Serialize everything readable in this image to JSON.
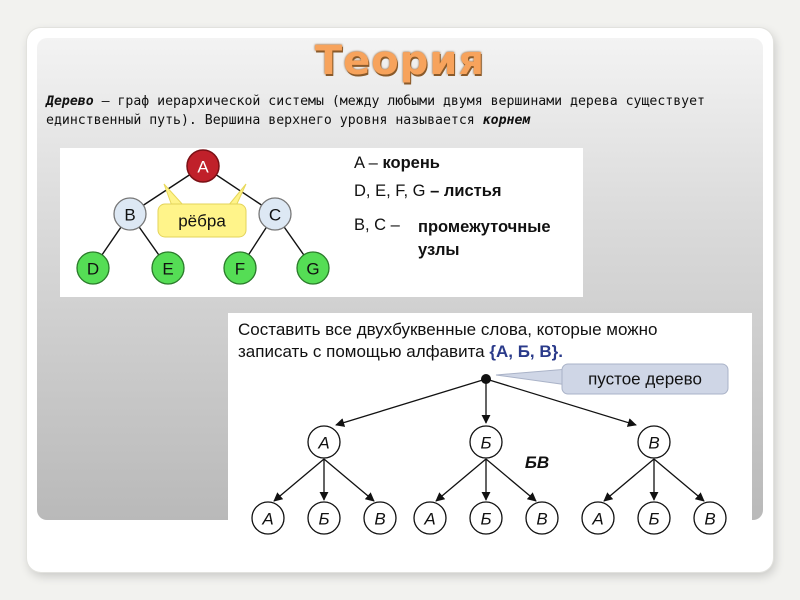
{
  "slide": {
    "title": "Теория",
    "definition": {
      "term": "Дерево",
      "text_1": " – граф иерархической системы (между любыми двумя вершинами дерева существует единственный путь). Вершина верхнего уровня называется ",
      "root_term": "корнем"
    }
  },
  "tree_example": {
    "root": "A",
    "middle": [
      "B",
      "C"
    ],
    "leaves": [
      "D",
      "E",
      "F",
      "G"
    ],
    "edges_callout": "рёбра",
    "legend": {
      "root_prefix": "A – ",
      "root_label": "корень",
      "leaves_prefix": "D, E, F, G ",
      "leaves_label": "– листья",
      "inner_prefix": "B, C – ",
      "inner_label_1": "промежуточные",
      "inner_label_2": "узлы"
    }
  },
  "words_task": {
    "text_1": "Составить все двухбуквенные слова, которые можно",
    "text_2": "записать с помощью алфавита ",
    "alphabet": "{А, Б, В}",
    "text_3": ".",
    "empty_tree_callout": "пустое дерево",
    "level1": [
      "А",
      "Б",
      "В"
    ],
    "level2": [
      "А",
      "Б",
      "В",
      "А",
      "Б",
      "В",
      "А",
      "Б",
      "В"
    ],
    "example_word": "БВ"
  },
  "colors": {
    "title": "#f7a35c",
    "root_node": "#c0202a",
    "inner_node": "#dde8f4",
    "leaf_node": "#55dd55",
    "callout": "#fff48a",
    "empty_tree_callout": "#cfd6e6",
    "alphabet": "#2a3a8a"
  }
}
